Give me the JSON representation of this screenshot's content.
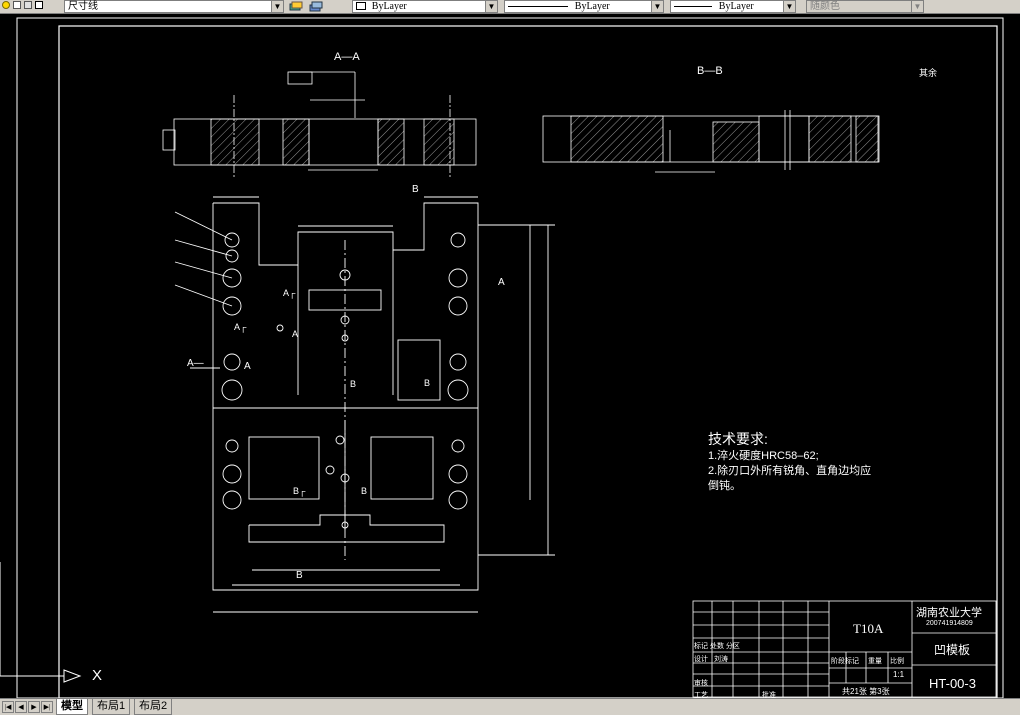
{
  "toolbar": {
    "layer_name": "尺寸线",
    "color_combo": "ByLayer",
    "linetype_combo": "ByLayer",
    "lineweight_combo": "ByLayer",
    "plotstyle_combo": "随颜色"
  },
  "tabs": {
    "model": "模型",
    "layout1": "布局1",
    "layout2": "布局2"
  },
  "ucs": {
    "x_label": "X"
  },
  "drawing": {
    "section_aa": "A—A",
    "section_bb": "B—B",
    "surface_note": "其余",
    "marks": {
      "a": "A",
      "b": "B",
      "a_dash": "A—",
      "a_corner": "A┌",
      "b_corner": "B┌"
    },
    "tech_title": "技术要求:",
    "tech_items": [
      "1.淬火硬度HRC58–62;",
      "2.除刃口外所有锐角、直角边均应",
      "倒钝。"
    ]
  },
  "title_block": {
    "school": "湖南农业大学",
    "student_id": "200741914809",
    "material": "T10A",
    "part_name": "凹模板",
    "drawing_no": "HT-00-3",
    "scale": "1:1",
    "sheet_info": "共21张  第3张",
    "labels": {
      "revision": "标记 处数 分区",
      "design": "设计",
      "review": "审核",
      "process": "工艺",
      "approve": "批准",
      "stage_mark": "阶段标记",
      "weight": "重量",
      "scale_label": "比例",
      "designer": "刘涛"
    }
  }
}
